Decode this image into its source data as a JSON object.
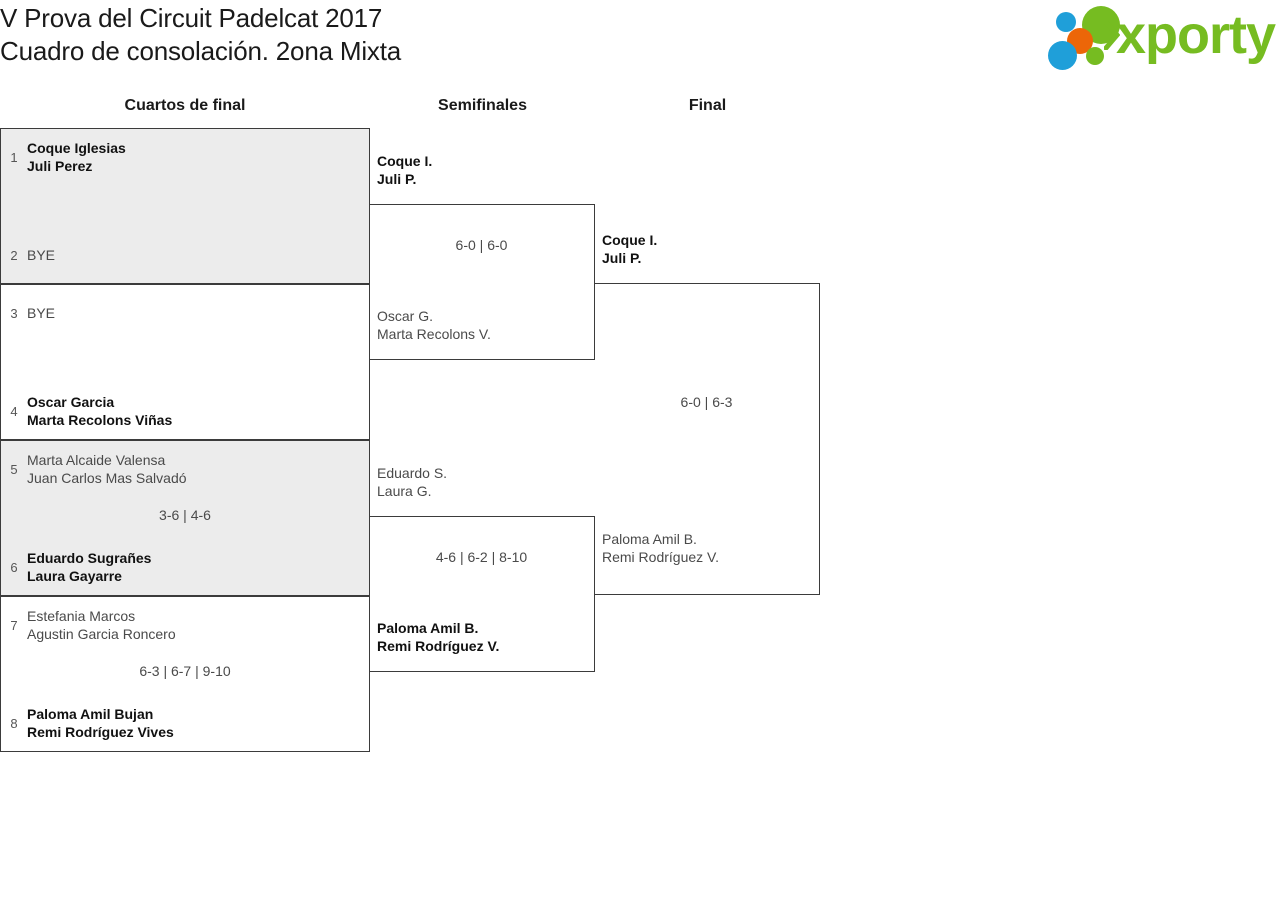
{
  "header": {
    "title_line1": "V Prova del Circuit Padelcat 2017",
    "title_line2": "Cuadro de consolación. 2ona Mixta",
    "logo_text": "xporty",
    "logo_colors": {
      "green": "#76bc21",
      "blue": "#1f9fd9",
      "orange": "#ec6608"
    }
  },
  "rounds": [
    {
      "label": "Cuartos de final"
    },
    {
      "label": "Semifinales"
    },
    {
      "label": "Final"
    }
  ],
  "bracket": {
    "quarterfinals": [
      {
        "score": "",
        "top": {
          "seed": "1",
          "player1": "Coque Iglesias",
          "player2": "Juli Perez",
          "winner": true
        },
        "bottom": {
          "seed": "2",
          "player1": "BYE",
          "player2": "",
          "winner": false
        }
      },
      {
        "score": "",
        "top": {
          "seed": "3",
          "player1": "BYE",
          "player2": "",
          "winner": false
        },
        "bottom": {
          "seed": "4",
          "player1": "Oscar Garcia",
          "player2": "Marta Recolons Viñas",
          "winner": true
        }
      },
      {
        "score": "3-6 | 4-6",
        "top": {
          "seed": "5",
          "player1": "Marta Alcaide Valensa",
          "player2": "Juan Carlos Mas Salvadó",
          "winner": false
        },
        "bottom": {
          "seed": "6",
          "player1": "Eduardo Sugrañes",
          "player2": "Laura Gayarre",
          "winner": true
        }
      },
      {
        "score": "6-3 | 6-7 | 9-10",
        "top": {
          "seed": "7",
          "player1": "Estefania Marcos",
          "player2": "Agustin Garcia Roncero",
          "winner": false
        },
        "bottom": {
          "seed": "8",
          "player1": "Paloma Amil Bujan",
          "player2": "Remi Rodríguez Vives",
          "winner": true
        }
      }
    ],
    "semifinals": [
      {
        "score": "6-0 | 6-0",
        "top": {
          "seed": "",
          "player1": "Coque I.",
          "player2": "Juli P.",
          "winner": true
        },
        "bottom": {
          "seed": "",
          "player1": "Oscar G.",
          "player2": "Marta Recolons V.",
          "winner": false
        }
      },
      {
        "score": "4-6 | 6-2 | 8-10",
        "top": {
          "seed": "",
          "player1": "Eduardo S.",
          "player2": "Laura G.",
          "winner": false
        },
        "bottom": {
          "seed": "",
          "player1": "Paloma Amil B.",
          "player2": "Remi Rodríguez V.",
          "winner": true
        }
      }
    ],
    "final": [
      {
        "score": "6-0 | 6-3",
        "top": {
          "seed": "",
          "player1": "Coque I.",
          "player2": "Juli P.",
          "winner": true
        },
        "bottom": {
          "seed": "",
          "player1": "Paloma Amil B.",
          "player2": "Remi Rodríguez V.",
          "winner": false
        }
      }
    ]
  }
}
